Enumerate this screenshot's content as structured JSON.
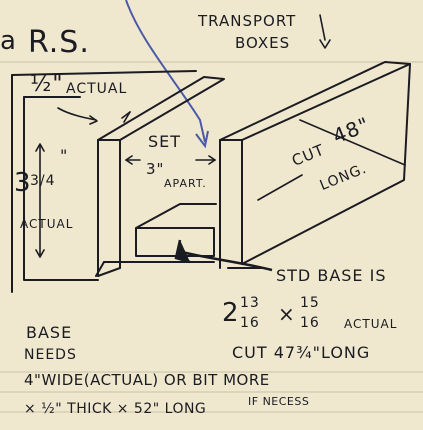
{
  "colors": {
    "paper": "#efe8cf",
    "ink": "#1b1b22",
    "blue_ink": "#4a5aa8",
    "rule_line": "#c9c2a6"
  },
  "header": {
    "initials": "R.S.",
    "initial_fragment": "a"
  },
  "labels": {
    "transport": "TRANSPORT",
    "boxes": "BOXES",
    "half_inch": "½\"",
    "actual_top": "ACTUAL",
    "set": "SET",
    "three_inch": "3\"",
    "apart": "APART.",
    "height_whole": "3",
    "height_frac": "3/4",
    "height_inch": "\"",
    "actual_left": "ACTUAL",
    "cut": "CUT",
    "length_48": "48\"",
    "long": "LONG.",
    "std_base_is": "STD BASE IS",
    "w_whole": "2",
    "w_frac_num": "13",
    "w_frac_den": "16",
    "times1": "×",
    "h_frac_num": "15",
    "h_frac_den": "16",
    "actual_right": "ACTUAL",
    "cut_length": "CUT 47¾\"LONG",
    "base": "BASE",
    "needs": "NEEDS",
    "line_4in": "4\"WIDE(ACTUAL) OR BIT MORE",
    "line_thick": "× ½\" THICK × 52\" LONG",
    "if_necess": "IF NECESS"
  }
}
